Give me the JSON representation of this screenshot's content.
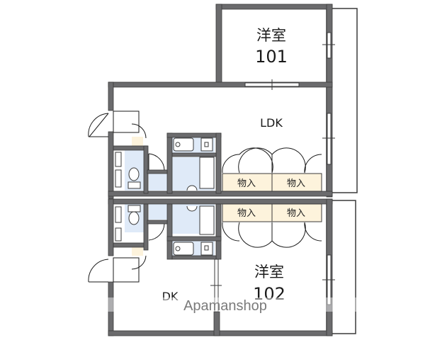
{
  "floorplan": {
    "colors": {
      "wall": "#6b6b6d",
      "wall_outline": "#3a3a3a",
      "wet_area": "#dfeaf8",
      "closet": "#fdf3dc",
      "background": "#ffffff",
      "watermark": "#7a7a7a"
    },
    "rooms": {
      "room_101": {
        "type": "洋室",
        "number": "101"
      },
      "ldk": {
        "label": "LDK"
      },
      "room_102": {
        "type": "洋室",
        "number": "102"
      },
      "dk": {
        "label": "DK"
      }
    },
    "closets": {
      "upper_left": "物入",
      "upper_right": "物入",
      "lower_left": "物入",
      "lower_right": "物入"
    },
    "watermark": "Apamanshop"
  }
}
